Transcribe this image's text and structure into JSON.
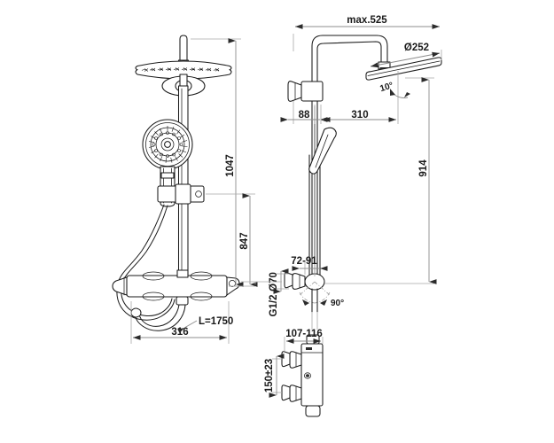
{
  "drawing": {
    "title": "Shower column technical dimension drawing",
    "background_color": "#ffffff",
    "line_color": "#1a1a1a",
    "dimension_line_color": "#8c8c8c",
    "views": {
      "front_elevation": "front-elevation-view",
      "side_section": "side-section-view",
      "mixer_detail": "thermostatic-mixer-detail-view"
    }
  },
  "dimensions": {
    "overall_height_front": "1047",
    "rail_height_front": "847",
    "base_width_front": "316",
    "hose_length": "L=1750",
    "max_projection": "max.525",
    "head_diameter": "Ø252",
    "head_angle": "10°",
    "arm_offset": "88",
    "arm_reach": "310",
    "side_height": "914",
    "inlet_spacing": "72-91",
    "inlet_flange_diameter": "Ø70",
    "inlet_thread": "G1/2",
    "swivel_angle": "90°",
    "mixer_depth": "107-116",
    "mixer_inlet_centres": "150±23"
  }
}
